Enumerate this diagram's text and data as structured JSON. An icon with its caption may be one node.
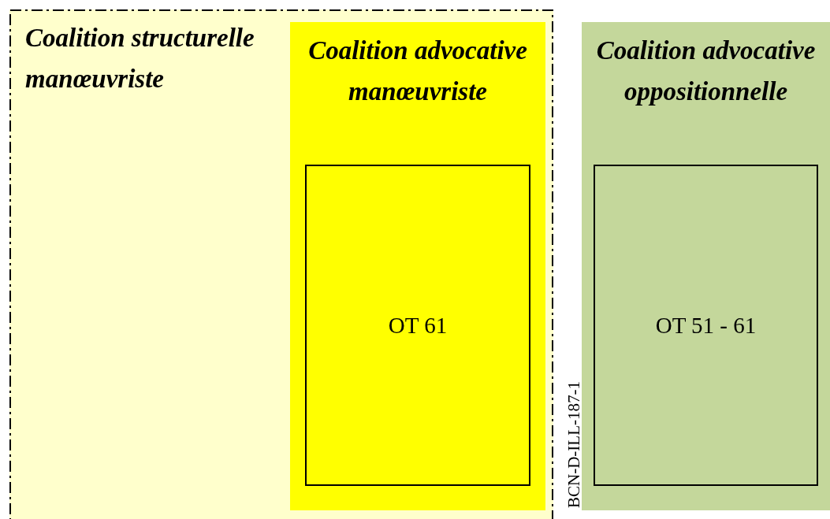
{
  "diagram": {
    "nodes": [
      {
        "text": [
          "Coalition structurelle manœuvriste"
        ]
      },
      {
        "text": [
          "Coalition advocative manœuvriste"
        ],
        "in": 0
      },
      {
        "text": [
          "OT 61"
        ],
        "in": 1
      },
      {
        "text": [
          "Coalition advocative oppositionnelle"
        ]
      },
      {
        "text": [
          "OT 51 - 61"
        ],
        "in": 3
      }
    ],
    "labels": [
      "BCN-D-ILL-187-1"
    ]
  }
}
